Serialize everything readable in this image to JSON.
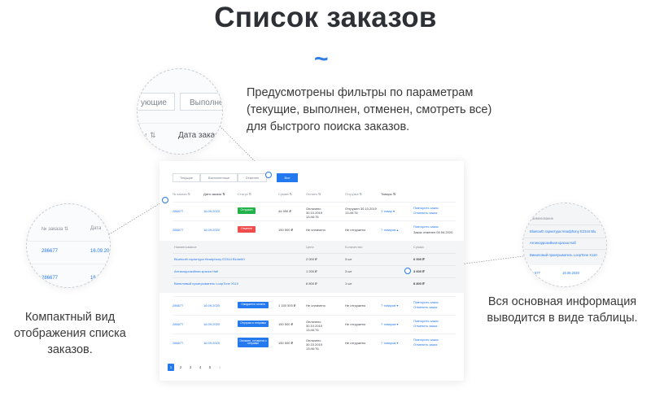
{
  "title": "Список заказов",
  "tilde": "~",
  "desc_top": "Предусмотрены фильтры по параметрам (текущие, выполнен, отменен, смотреть все) для быстрого поиска заказов.",
  "desc_left": "Компактный вид отображения списка заказов.",
  "desc_right": "Вся основная информация выводится в виде таблицы.",
  "accent": "#2479ee",
  "filters": [
    "Текущие",
    "Выполненные",
    "Отменен",
    "Все"
  ],
  "columns": {
    "order_no": "№ заказа ⇅",
    "order_date": "Дата заказа ⇅",
    "status": "Статус ⇅",
    "sum": "Сумма ⇅",
    "payment": "Оплата ⇅",
    "shipment": "Отгрузка ⇅",
    "goods": "Товары ⇅"
  },
  "rows_top": [
    {
      "no": "286677",
      "date": "16.09.2020",
      "status": "Отгружен",
      "sum": "44 990 ₽",
      "payment": "Оплачено 30.10.2019 13:46:76",
      "shipment": "Отгружен 30.10.2019 13:46:76",
      "goods": "1 товар ▾",
      "act1": "Повторить заказ",
      "act2": "Отменить заказ"
    },
    {
      "no": "286677",
      "date": "16.09.2020",
      "status": "Отменен",
      "sum": "150 500 ₽",
      "payment": "Не оплачено",
      "shipment": "Не отгружено",
      "goods": "7 товаров ▴",
      "act1": "Повторить заказ",
      "act2": "Заказ отменен 05.06.2020"
    }
  ],
  "subtable": {
    "headers": {
      "name": "Наименование",
      "price": "Цена",
      "qty": "Количество",
      "sum": "Сумма"
    },
    "items": [
      {
        "name": "Bluetooth гарнитура Headphony E2344 Bluhe60",
        "price": "2 000 ₽",
        "qty": "3 шт",
        "sum": "6 000 ₽"
      },
      {
        "name": "Антикоррозийная краска Hafi",
        "price": "1 200 ₽",
        "qty": "3 шт",
        "sum": "3 600 ₽"
      },
      {
        "name": "Виниловый проигрыватель LoopTone X110",
        "price": "8 800 ₽",
        "qty": "1 шт",
        "sum": "8 800 ₽"
      }
    ]
  },
  "rows_bottom": [
    {
      "no": "286677",
      "date": "16.09.2020",
      "status": "Ожидается оплата",
      "sum": "1 150 500 ₽",
      "payment": "Не оплачено",
      "shipment": "Не отгружено",
      "goods": "7 товаров ▾",
      "act1": "Повторить заказ",
      "act2": "Отменить заказ"
    },
    {
      "no": "286677",
      "date": "16.09.2020",
      "status": "Отгрузка в отправки",
      "sum": "150 500 ₽",
      "payment": "Оплачено 30.10.2019 13:46:76",
      "shipment": "Не отгружено",
      "goods": "7 товаров ▾",
      "act1": "Повторить заказ",
      "act2": "Отменить заказ"
    },
    {
      "no": "286677",
      "date": "16.09.2020",
      "status": "Оплачен, готовится к отправке",
      "sum": "150 500 ₽",
      "payment": "Оплачено 30.10.2019 13:46:76",
      "shipment": "Не отгружено",
      "goods": "7 товаров ▾",
      "act1": "Повторить заказ",
      "act2": "Отменить заказ"
    }
  ],
  "pages": [
    "1",
    "2",
    "3",
    "4",
    "5",
    "›"
  ],
  "zoom_top": {
    "f1": "ующие",
    "f2": "Выполне",
    "sort": "↑ ⇅",
    "col": "Дата заказ"
  },
  "zoom_left": {
    "head_no": "№ заказа ⇅",
    "head_date": "Дата",
    "r1_no": "286677",
    "r1_date": "16.09.20",
    "r2_no": "286677",
    "r2_date": "16.09"
  },
  "zoom_right": {
    "head": "Наименование",
    "i1": "Bluetooth гарнитура Headphony E2344 Blu",
    "i2": "Антикоррозийная краска Hafi",
    "i3": "Виниловый проигрыватель LoopTone X110",
    "r_no": "677",
    "r_date": "16.09.2020"
  }
}
